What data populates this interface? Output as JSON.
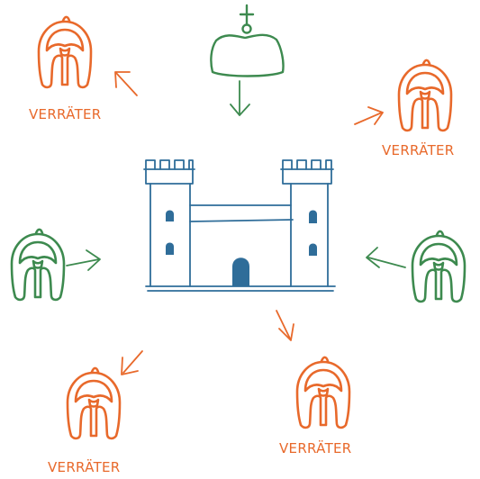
{
  "labels": {
    "traitor_top_left": "VERRÄTER",
    "traitor_top_right": "VERRÄTER",
    "traitor_bottom_right": "VERRÄTER",
    "traitor_bottom_left": "VERRÄTER"
  },
  "colors": {
    "traitor": "#e8692b",
    "loyal": "#3d8a4f",
    "castle": "#2f6d99",
    "castle_fill": "#2f6d99"
  },
  "icons": {
    "crown": "crown-icon",
    "castle": "castle-icon",
    "helmet": "spartan-helmet-icon",
    "arrow": "arrow-icon"
  }
}
